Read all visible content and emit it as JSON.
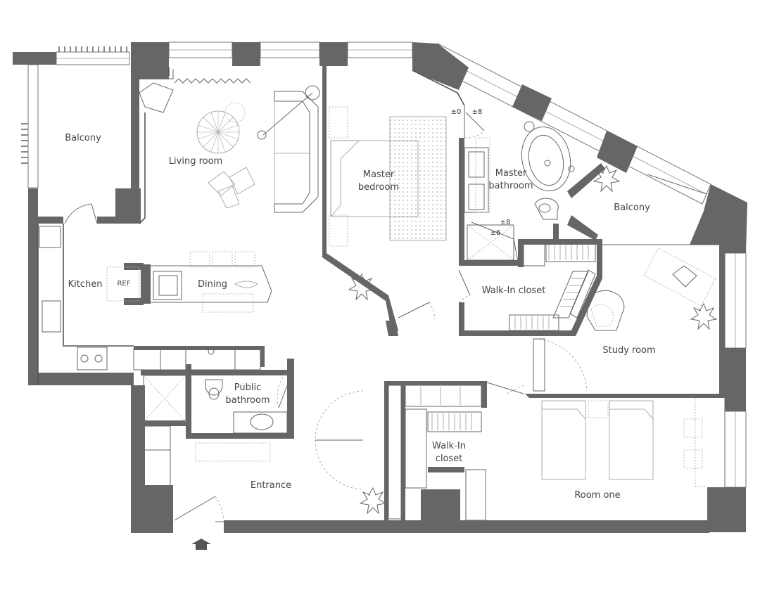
{
  "rooms": {
    "balcony_left": "Balcony",
    "living_room": "Living room",
    "master_bedroom": [
      "Master",
      "bedroom"
    ],
    "master_bathroom": [
      "Master",
      "bathroom"
    ],
    "balcony_right": "Balcony",
    "kitchen": "Kitchen",
    "ref": "REF",
    "dining": "Dining",
    "walkin_closet_top": "Walk-In  closet",
    "study_room": "Study room",
    "public_bathroom": [
      "Public",
      "bathroom"
    ],
    "walkin_closet_bottom": [
      "Walk-In",
      "closet"
    ],
    "entrance": "Entrance",
    "room_one": "Room one"
  },
  "levels": {
    "a": "±0",
    "b": "±8",
    "c": "±8",
    "d": "±6"
  },
  "icons": {
    "entry": "entry-arrow-icon"
  }
}
